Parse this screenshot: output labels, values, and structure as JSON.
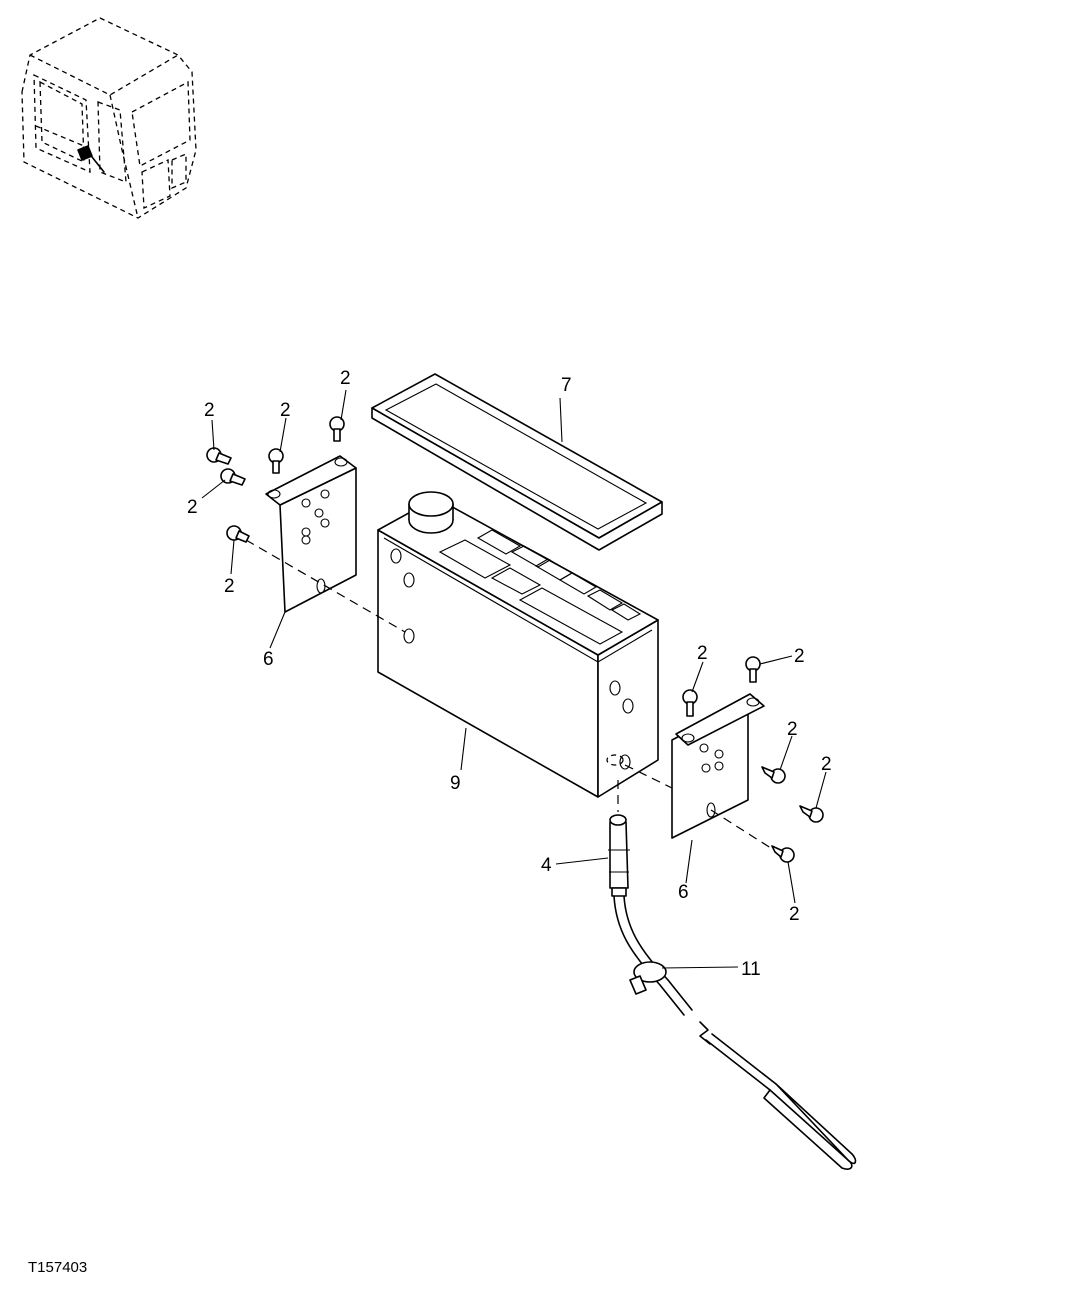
{
  "figure_code": "T157403",
  "callouts": {
    "box_cover": "7",
    "monitor": "9",
    "bracket_left": "6",
    "bracket_right": "6",
    "sensor": "4",
    "clamp": "11",
    "bolt_a": "2",
    "bolt_b": "2",
    "bolt_c": "2",
    "bolt_d": "2",
    "bolt_e": "2",
    "bolt_f": "2",
    "bolt_g": "2",
    "bolt_h": "2",
    "bolt_i": "2",
    "bolt_j": "2"
  }
}
